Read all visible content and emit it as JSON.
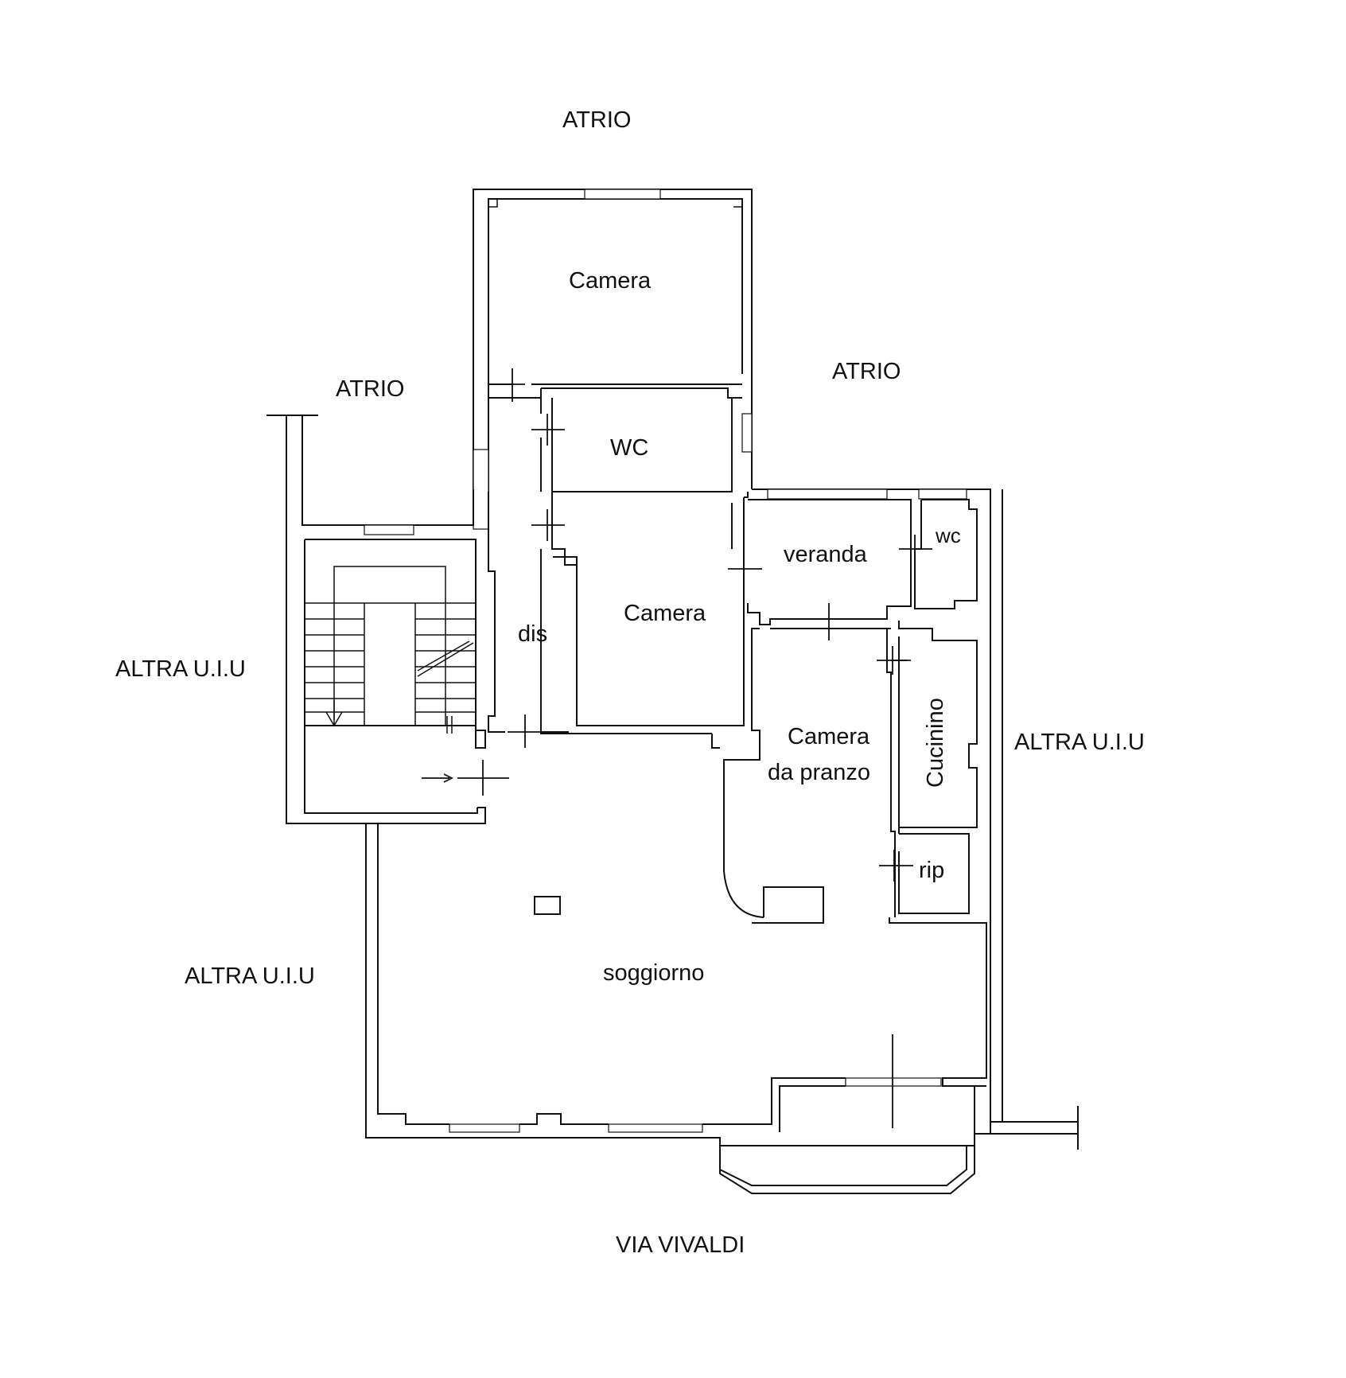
{
  "plan": {
    "labels": {
      "atrio_top": "ATRIO",
      "atrio_left": "ATRIO",
      "atrio_right": "ATRIO",
      "altra_left_upper": "ALTRA U.I.U",
      "altra_left_lower": "ALTRA U.I.U",
      "altra_right": "ALTRA U.I.U",
      "street": "VIA VIVALDI"
    },
    "rooms": {
      "camera_top": "Camera",
      "wc_main": "WC",
      "camera_mid": "Camera",
      "dis": "dis",
      "veranda": "veranda",
      "wc_small": "wc",
      "camera_pranzo_1": "Camera",
      "camera_pranzo_2": "da pranzo",
      "cucinino": "Cucinino",
      "rip": "rip",
      "soggiorno": "soggiorno"
    },
    "colors": {
      "line": "#111111",
      "background": "#ffffff"
    }
  }
}
